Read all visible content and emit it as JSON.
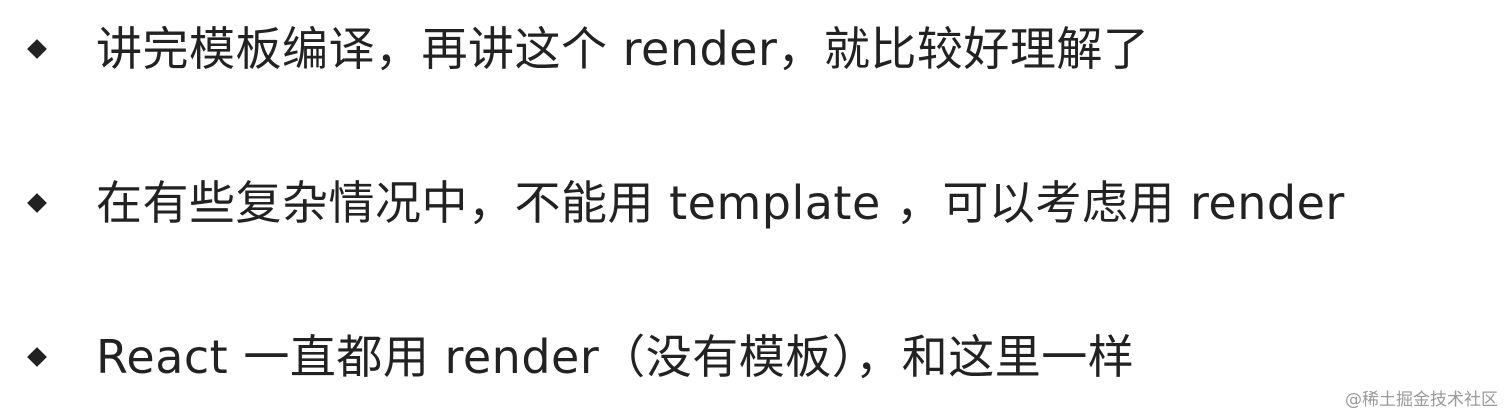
{
  "bullets": [
    {
      "text": "讲完模板编译，再讲这个 render，就比较好理解了"
    },
    {
      "text": "在有些复杂情况中，不能用 template ，可以考虑用 render"
    },
    {
      "text": "React 一直都用 render（没有模板），和这里一样"
    }
  ],
  "watermark": "@稀土掘金技术社区"
}
